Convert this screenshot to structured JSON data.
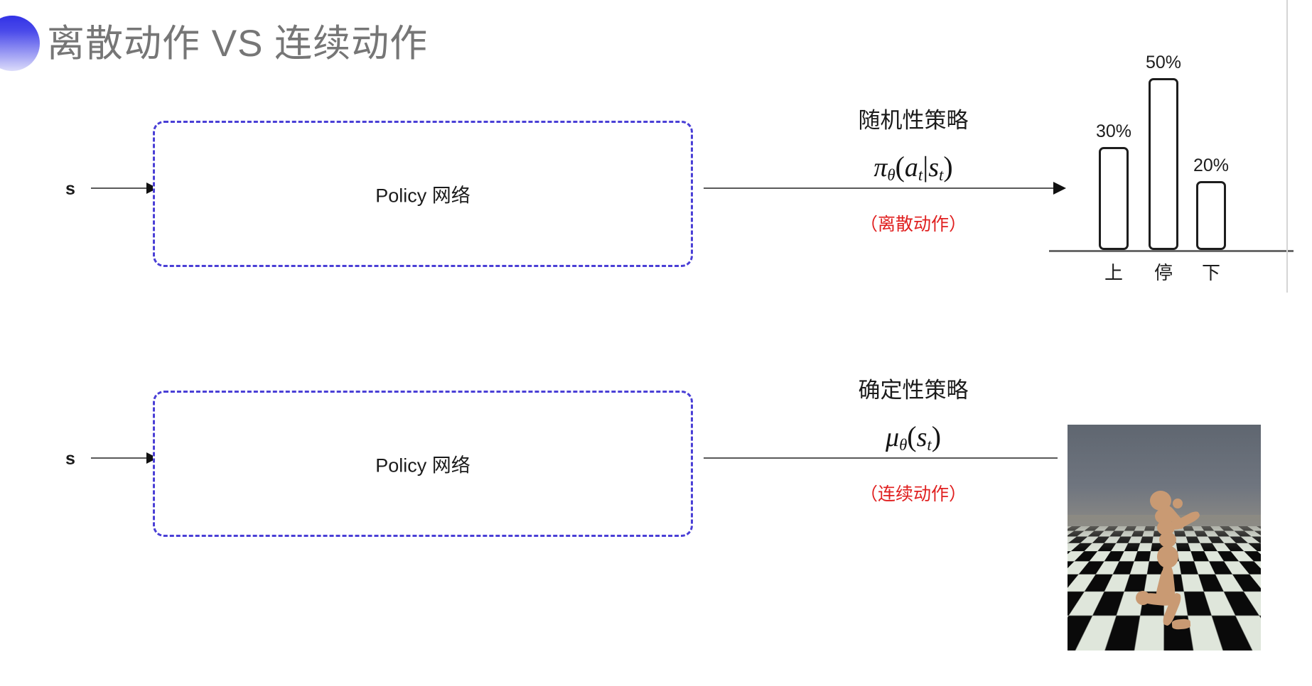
{
  "slide": {
    "title": "离散动作 VS 连续动作",
    "title_color": "#767676",
    "accent_color": "#3232e6",
    "background": "#ffffff"
  },
  "rows": [
    {
      "id": "discrete",
      "input_label": "s",
      "box_label": "Policy 网络",
      "policy_type_heading": "随机性策略",
      "formula": {
        "symbol": "π",
        "subscript": "θ",
        "open": "(",
        "arg1": "a",
        "arg1_sub": "t",
        "bar": "|",
        "arg2": "s",
        "arg2_sub": "t",
        "close": ")",
        "plain": "π_θ(a_t|s_t)"
      },
      "note": "（离散动作）",
      "note_color": "#e01f1f"
    },
    {
      "id": "continuous",
      "input_label": "s",
      "box_label": "Policy 网络",
      "policy_type_heading": "确定性策略",
      "formula": {
        "symbol": "μ",
        "subscript": "θ",
        "open": "(",
        "arg1": "s",
        "arg1_sub": "t",
        "close": ")",
        "plain": "μ_θ(s_t)"
      },
      "note": "（连续动作）",
      "note_color": "#e01f1f"
    }
  ],
  "chart_data": {
    "type": "bar",
    "title": "",
    "categories": [
      "上",
      "停",
      "下"
    ],
    "values": [
      30,
      50,
      20
    ],
    "value_labels": [
      "30%",
      "50%",
      "20%"
    ],
    "xlabel": "",
    "ylabel": "",
    "ylim": [
      0,
      60
    ],
    "grid": false,
    "legend": "none",
    "bar_fill": "#ffffff",
    "bar_stroke": "#1d1d1d"
  },
  "sim_image": {
    "caption": "",
    "subject": "humanoid-robot",
    "environment": "checkerboard-floor",
    "sky_color": "#6b727c",
    "floor_colors": [
      "#0a0a0a",
      "#dfe6db"
    ],
    "body_color": "#c99a73"
  },
  "icons": {
    "title_accent": "half-circle-gradient",
    "arrow": "arrow-right-icon"
  }
}
